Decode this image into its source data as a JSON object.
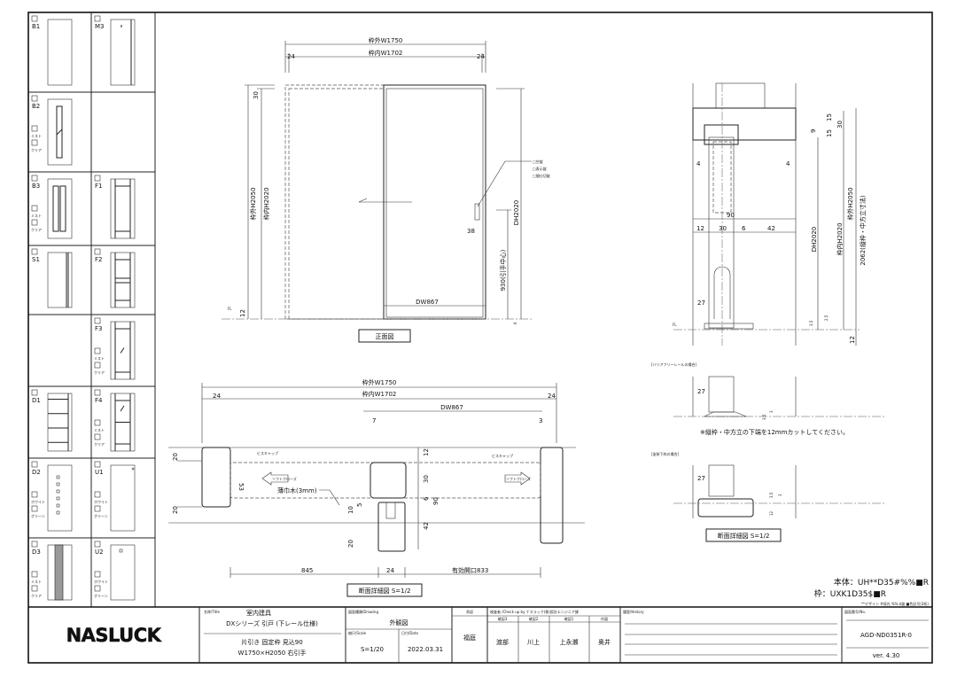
{
  "door_panel": {
    "items": [
      {
        "code": "B1",
        "options": [],
        "style": "plain"
      },
      {
        "code": "M3",
        "options": [],
        "style": "m3"
      },
      {
        "code": "B2",
        "options": [
          "ミスト",
          "クリア"
        ],
        "style": "slit1"
      },
      null,
      {
        "code": "B3",
        "options": [
          "ミスト",
          "クリア"
        ],
        "style": "slit2"
      },
      {
        "code": "F1",
        "options": [],
        "style": "f1"
      },
      {
        "code": "S1",
        "options": [],
        "style": "s1"
      },
      {
        "code": "F2",
        "options": [],
        "style": "f2"
      },
      null,
      {
        "code": "F3",
        "options": [
          "ミスト",
          "クリア"
        ],
        "style": "f3"
      },
      {
        "code": "D1",
        "options": [],
        "style": "d1"
      },
      {
        "code": "F4",
        "options": [
          "ミスト",
          "クリア"
        ],
        "style": "f4"
      },
      {
        "code": "D2",
        "options": [
          "ホワイト",
          "グリーン"
        ],
        "style": "d2"
      },
      {
        "code": "U1",
        "options": [
          "ホワイト",
          "グリーン"
        ],
        "style": "u1"
      },
      {
        "code": "D3",
        "options": [
          "ミスト",
          "クリア"
        ],
        "style": "d3"
      },
      {
        "code": "U2",
        "options": [
          "ホワイト",
          "グリーン"
        ],
        "style": "u2"
      }
    ]
  },
  "front_view": {
    "outer_width": "枠外W1750",
    "inner_width": "枠内W1702",
    "side_left": "24",
    "side_right": "24",
    "outer_height": "枠外H2050",
    "inner_height": "枠内H2020",
    "top_dim": "30",
    "bottom_dim": "12",
    "door_height": "DH2020",
    "handle_height": "930(引手中心)",
    "handle_offset": "38",
    "door_width": "DW867",
    "floor_mark": "FL",
    "floor_dim": "6",
    "lock_options": [
      "□空錠",
      "□表示錠",
      "□間仕切錠"
    ],
    "label": "正面図"
  },
  "plan_section": {
    "outer_width": "枠外W1750",
    "inner_width": "枠内W1702",
    "side_left": "24",
    "side_right": "24",
    "door_width": "DW867",
    "dim_7": "7",
    "dim_3": "3",
    "screw_cap_left": "ビスキャップ",
    "screw_cap_right": "ビスキャップ",
    "soft_close_left": "ソフトクローズ",
    "soft_close_right": "ソフトクローズ",
    "spacer": "薄巾木(3mm)",
    "dim_53": "53",
    "dims_right": [
      "12",
      "30",
      "6",
      "42",
      "90"
    ],
    "dims_left": [
      "10",
      "5",
      "20"
    ],
    "dims_left2": [
      "20",
      "20"
    ],
    "bottom_dims": [
      "845",
      "24",
      "有効開口833"
    ],
    "label": "断面詳細図 S=1/2"
  },
  "side_section": {
    "top_dims": [
      "15",
      "9",
      "15",
      "30"
    ],
    "side_dims": [
      "4",
      "4"
    ],
    "width_total": "90",
    "width_parts": [
      "12",
      "30",
      "6",
      "42"
    ],
    "door_height": "DH2020",
    "inner_height": "枠内H2020",
    "outer_height": "枠外H2050",
    "frame_height": "2062(縦枠・中方立寸法)",
    "dim_27": "27",
    "dim_35": "3.5",
    "dim_25": "2.5",
    "dim_12": "12",
    "floor_mark": "FL",
    "barrier_free_title": "[バリアフリーレールの場合]",
    "barrier_dim_27": "27",
    "barrier_dim_3": "3",
    "barrier_dim_35": "3.5",
    "note": "※縦枠・中方立の下端を12mmカットしてください。",
    "painted_title": "[塗装下枠の場合]",
    "painted_dim_27": "27",
    "painted_dim_35": "3.5",
    "painted_dim_3": "3",
    "painted_dim_12": "12",
    "label": "断面詳細図 S=1/2"
  },
  "spec": {
    "body": "本体：UH**D35#%%■R",
    "frame": "枠：UXK1D35$■R",
    "legend": "**デザイン #採光 %%.$錠 ■色記号(3桁)"
  },
  "title_block": {
    "logo": "NASLUCK",
    "title_label": "名称/Title",
    "title_line1": "室内建具",
    "title_line2": "DXシリーズ 引戸 (下レール仕様)",
    "title_line3": "片引き 固定枠 見込90",
    "title_line4": "W1750×H2050 右引手",
    "drawing_label": "図面種類/Drawing",
    "drawing": "外観図",
    "scale_label": "縮尺/Scale",
    "scale": "S=1/20",
    "date_label": "日付/Date",
    "date": "2022.03.31",
    "author_label": "承認",
    "author": "福庭",
    "check_label": "検査者 /Check up by ナスラック(株)設計エンジニア課",
    "check_roles": [
      "確認3",
      "確認2",
      "確認1",
      "作図"
    ],
    "check_names": [
      "渡部",
      "川上",
      "上永瀬",
      "奥井"
    ],
    "history_label": "履歴/History",
    "number_label": "図面番号/No.",
    "number": "AGD-ND0351R-0",
    "version": "ver. 4.30"
  }
}
